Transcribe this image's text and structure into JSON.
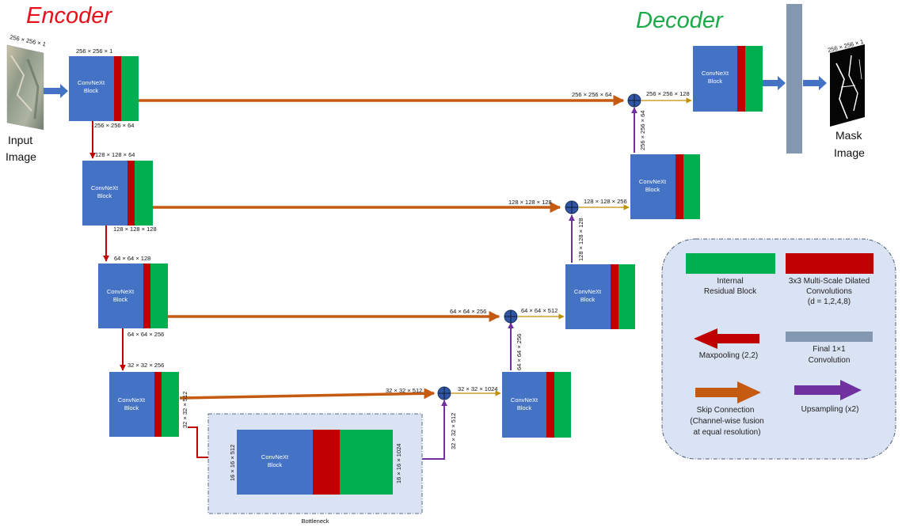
{
  "titles": {
    "encoder": "Encoder",
    "decoder": "Decoder"
  },
  "colors": {
    "encoder_title": "#e8101a",
    "decoder_title": "#1aaa4a",
    "block_blue": "#4472c4",
    "dilated_red": "#c00000",
    "residual_green": "#00b050",
    "skip_orange": "#c55a11",
    "maxpool_red": "#c00000",
    "upsample_purple": "#7030a0",
    "final_conv_gray": "#8497b0",
    "legend_bg": "#dae3f3"
  },
  "block_label": [
    "ConvNeXt",
    "Block"
  ],
  "input": {
    "dim": "256 × 256 × 1",
    "label": [
      "Input",
      "Image"
    ]
  },
  "output": {
    "dim": "256 × 256 × 1",
    "label": [
      "Mask",
      "Image"
    ]
  },
  "encoder_labels": {
    "e1_in": "256 × 256 × 1",
    "e1_out": "256 × 256 × 64",
    "e2_in": "128 × 128 × 64",
    "e2_out": "128 × 128 × 128",
    "e3_in": "64 × 64 × 128",
    "e3_out": "64 × 64 × 256",
    "e4_in": "32 × 32 × 256",
    "e4_out": "32 × 32 × 512"
  },
  "skip_labels": {
    "s1": "256 × 256 × 64",
    "s2": "128 × 128 × 128",
    "s3": "64 × 64 × 256",
    "s4": "32 × 32 × 512"
  },
  "fusion_labels": {
    "f1": "256 × 256 × 128",
    "f2": "128 × 128 × 256",
    "f3": "64 × 64 × 512",
    "f4": "32 × 32 × 1024"
  },
  "upsample_labels": {
    "u1": "256 × 256 × 64",
    "u2": "128 × 128 × 128",
    "u3": "64 × 64 × 256",
    "u4": "32 × 32 × 512"
  },
  "bottleneck": {
    "in": "16 × 16 × 512",
    "out": "16 × 16 × 1024",
    "label": "Bottleneck"
  },
  "legend": {
    "residual": [
      "Internal",
      "Residual Block"
    ],
    "dilated": [
      "3x3 Multi-Scale Dilated",
      "Convolutions",
      "(d = 1,2,4,8)"
    ],
    "maxpool": "Maxpooling (2,2)",
    "final_conv": [
      "Final 1×1",
      "Convolution"
    ],
    "skip": [
      "Skip Connection",
      "(Channel-wise fusion",
      "at equal resolution)"
    ],
    "upsampling": "Upsampling (x2)"
  }
}
